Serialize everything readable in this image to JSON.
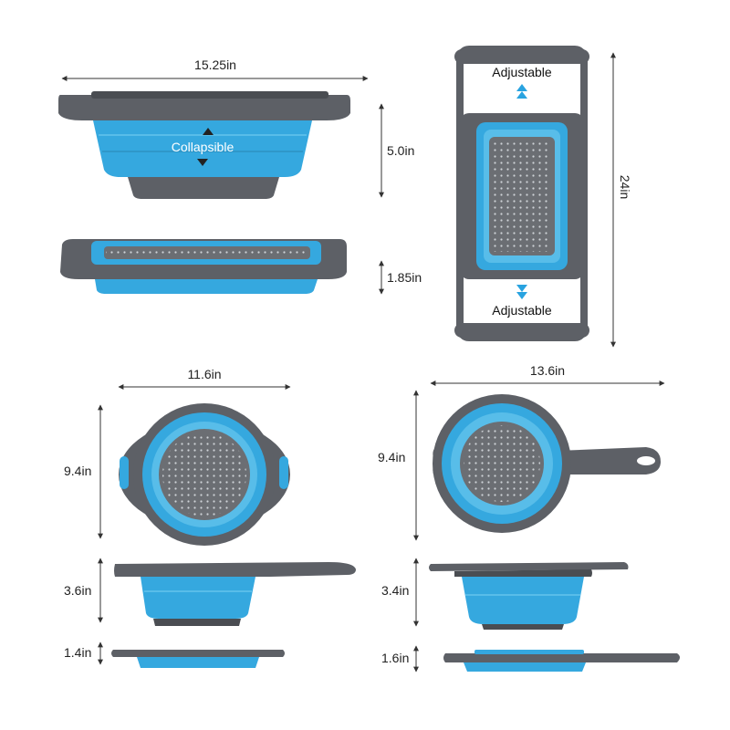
{
  "dimensions": {
    "oblong_width": "15.25in",
    "oblong_height": "5.0in",
    "oblong_folded_height": "1.85in",
    "oblong_extended_length": "24in",
    "round_handles_width": "11.6in",
    "round_handles_diameter": "9.4in",
    "round_handles_height": "3.6in",
    "round_handles_folded_height": "1.4in",
    "long_handle_width": "13.6in",
    "long_handle_diameter": "9.4in",
    "long_handle_height": "3.4in",
    "long_handle_folded_height": "1.6in"
  },
  "callouts": {
    "collapsible": "Collapsible",
    "adjustable_top": "Adjustable",
    "adjustable_bottom": "Adjustable"
  },
  "colors": {
    "rim_gray": "#5d6066",
    "rim_dark": "#4a4d52",
    "silicone_blue": "#35a8df",
    "silicone_light": "#58bde9",
    "inner_gray": "#6b6e73",
    "hole_white": "#cfd3d8",
    "arrow_blue": "#29a3e0"
  }
}
